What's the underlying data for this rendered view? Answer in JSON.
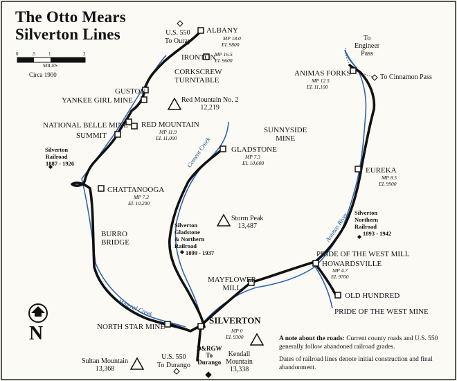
{
  "title_line1": "The Otto Mears",
  "title_line2": "Silverton Lines",
  "scale": {
    "ticks": [
      "0",
      ".5",
      "1",
      "2"
    ],
    "unit": "MILES",
    "circa": "Circa 1900"
  },
  "towns": {
    "albany": {
      "name": "ALBANY",
      "mp": "MP 18.0",
      "el": "EL 9800"
    },
    "ironton": {
      "name": "IRONTON",
      "mp": "MP 16.5",
      "el": "EL 9600"
    },
    "corkscrew": {
      "line1": "CORKSCREW",
      "line2": "TURNTABLE"
    },
    "guston": {
      "name": "GUSTON"
    },
    "yankee": {
      "name": "YANKEE GIRL MINE"
    },
    "redmtn": {
      "name": "RED MOUNTAIN",
      "mp": "MP 11.9",
      "el": "EL 11,000"
    },
    "natbelle": {
      "name": "NATIONAL BELLE MINE"
    },
    "summit": {
      "name": "SUMMIT"
    },
    "chattanooga": {
      "name": "CHATTANOOGA",
      "mp": "MP 7.2",
      "el": "EL 10,200"
    },
    "burro": {
      "line1": "BURRO",
      "line2": "BRIDGE"
    },
    "gladstone": {
      "name": "GLADSTONE",
      "mp": "MP 7.3",
      "el": "EL 10,600"
    },
    "sunnyside": {
      "line1": "SUNNYSIDE",
      "line2": "MINE"
    },
    "animasforks": {
      "name": "ANIMAS FORKS",
      "mp": "MP 12.5",
      "el": "EL 11,100"
    },
    "eureka": {
      "name": "EUREKA",
      "mp": "MP 8.5",
      "el": "EL 9900"
    },
    "pride1": {
      "name": "PRIDE OF THE WEST MILL"
    },
    "howardsville": {
      "name": "HOWARDSVILLE",
      "mp": "MP 4.7",
      "el": "EL 9700"
    },
    "oldhundred": {
      "name": "OLD HUNDRED"
    },
    "pride2": {
      "name": "PRIDE OF THE WEST MINE"
    },
    "mayflower": {
      "line1": "MAYFLOWER",
      "line2": "MILL"
    },
    "northstar": {
      "name": "NORTH STAR MINE"
    },
    "silverton": {
      "name": "SILVERTON",
      "mp": "MP 0",
      "el": "EL 9300"
    }
  },
  "mountains": {
    "redmtn2": {
      "name": "Red Mountain No. 2",
      "elev": "12,219"
    },
    "stormpeak": {
      "name": "Storm Peak",
      "elev": "13,487"
    },
    "sultan": {
      "name": "Sultan Mountain",
      "elev": "13,368"
    },
    "kendall": {
      "name": "Kendall",
      "name2": "Mountain",
      "elev": "13,338"
    }
  },
  "roads": {
    "us550_north": {
      "line1": "U.S. 550",
      "line2": "To Ouray"
    },
    "engineer": {
      "line1": "To",
      "line2": "Engineer",
      "line3": "Pass"
    },
    "cinnamon": {
      "name": "To Cinnamon Pass"
    },
    "us550_south": {
      "line1": "U.S. 550",
      "line2": "To Durango"
    },
    "drgw": {
      "line1": "D&RGW",
      "line2": "To",
      "line3": "Durango"
    }
  },
  "railroads": {
    "silverton": {
      "line1": "Silverton",
      "line2": "Railroad",
      "years": "1887 - 1926"
    },
    "sgn": {
      "line1": "Silverton",
      "line2": "Gladstone",
      "line3": "& Northern",
      "line4": "Railroad",
      "years": "1899 - 1937"
    },
    "northern": {
      "line1": "Silverton",
      "line2": "Northern",
      "line3": "Railroad",
      "years": "1893 - 1942"
    }
  },
  "rivers": {
    "cement": "Cement Creek",
    "mineral": "Mineral Creek",
    "animas": "Animas River"
  },
  "compass": {
    "letter": "N"
  },
  "note": {
    "heading": "A note about the roads:",
    "text1": "Current county roads and U.S. 550 generally follow abandoned railroad grades.",
    "text2": "Dates of railroad lines denote initial construction and final abandonment."
  },
  "colors": {
    "rail": "#111111",
    "river": "#2f66b0",
    "paper": "#fbfaf5"
  }
}
